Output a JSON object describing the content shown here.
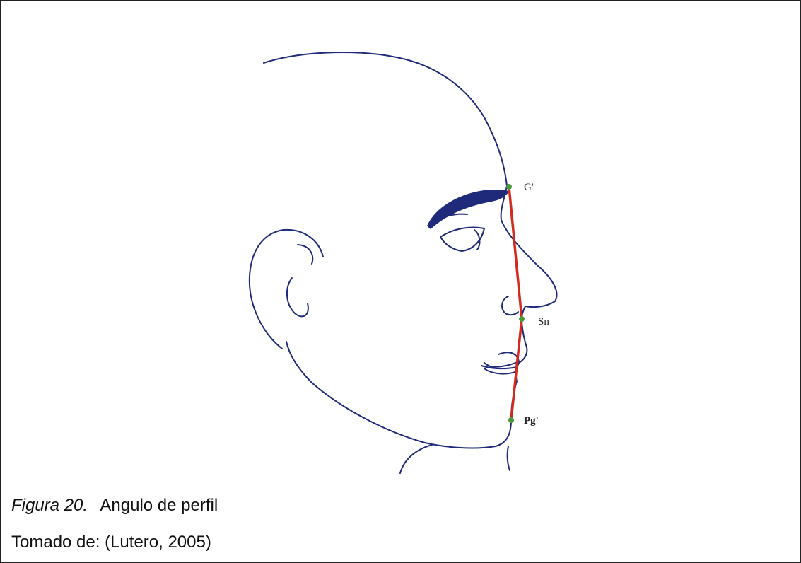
{
  "figure": {
    "line_color": "#1f2a7a",
    "profile_line_color": "#d42a1e",
    "landmark_color": "#4a9a3a",
    "landmarks": [
      {
        "id": "glabella",
        "label": "G'"
      },
      {
        "id": "subnasale",
        "label": "Sn"
      },
      {
        "id": "pogonion",
        "label": "Pg'"
      }
    ]
  },
  "caption": {
    "figure_number": "Figura 20.",
    "title": "Angulo de perfil",
    "source": "Tomado de: (Lutero, 2005)"
  }
}
